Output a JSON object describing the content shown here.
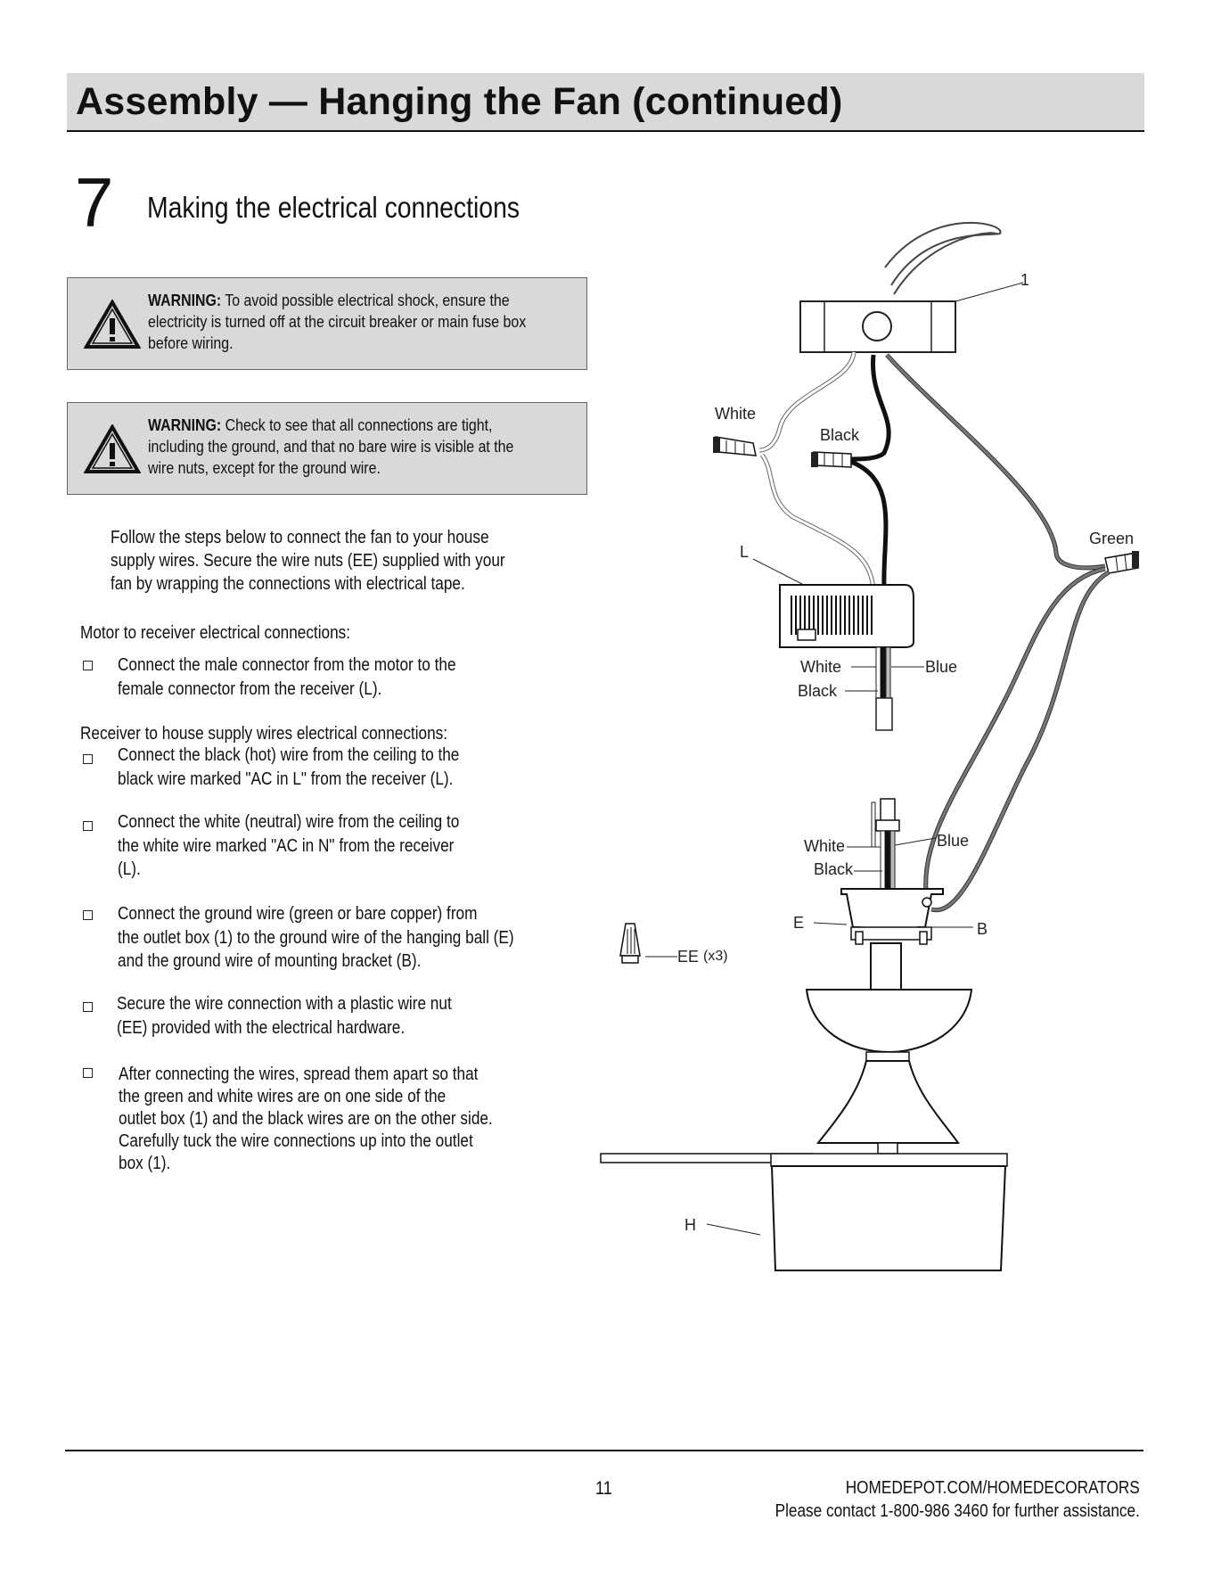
{
  "header": {
    "title": "Assembly — Hanging the Fan (continued)"
  },
  "step": {
    "number": "7",
    "title": "Making the electrical connections"
  },
  "warnings": [
    {
      "label": "WARNING:",
      "line1": "To avoid possible electrical shock, ensure the",
      "line2": "electricity is turned off at the circuit  breaker or main fuse box",
      "line3": "before wiring."
    },
    {
      "label": "WARNING:",
      "line1": "Check to see that all connections are tight,",
      "line2": "including the ground, and that no bare wire is visible at the",
      "line3": "wire nuts, except for the ground wire."
    }
  ],
  "intro": {
    "line1": "Follow the steps below to connect the fan to your house",
    "line2": "supply wires. Secure the wire nuts (EE) supplied with your",
    "line3": "fan by wrapping the connections with electrical tape."
  },
  "section1": {
    "heading": "Motor to receiver electrical connections:",
    "items": [
      {
        "lines": [
          "Connect the male connector from the motor to the",
          "female connector from the receiver (L)."
        ]
      }
    ]
  },
  "section2": {
    "heading": "Receiver to house supply wires electrical connections:",
    "items": [
      {
        "lines": [
          "Connect the black (hot) wire from the ceiling to the",
          "black wire marked \"AC in L\" from the receiver (L)."
        ]
      },
      {
        "lines": [
          "Connect the white (neutral) wire from the ceiling to",
          "the white wire marked \"AC in N\" from the receiver",
          "(L)."
        ]
      },
      {
        "lines": [
          "Connect the ground wire (green or bare copper) from",
          "the outlet box (1) to the ground wire of the hanging ball (E)",
          "and the ground wire of mounting bracket (B)."
        ]
      },
      {
        "lines": [
          "Secure the wire connection with a plastic wire nut",
          "(EE) provided with the electrical hardware."
        ]
      },
      {
        "lines": [
          "After connecting the wires, spread them apart so that",
          "the green and white wires are on one side of the",
          "outlet box (1) and the black wires are on the other side.",
          "Carefully tuck the wire connections up into the outlet",
          "box (1)."
        ]
      }
    ]
  },
  "diagram": {
    "labels": {
      "outlet_box": "1",
      "white_top": "White",
      "black_top": "Black",
      "green": "Green",
      "receiver": "L",
      "white_mid": "White",
      "black_mid": "Black",
      "blue_mid": "Blue",
      "white_low": "White",
      "black_low": "Black",
      "blue_low": "Blue",
      "hanging_ball": "E",
      "bracket": "B",
      "wire_nuts": "EE",
      "wire_nuts_qty": "(x3)",
      "housing": "H"
    }
  },
  "footer": {
    "page": "11",
    "site": "HOMEDEPOT.COM/HOMEDECORATORS",
    "contact": "Please contact 1-800-986 3460 for further assistance."
  }
}
